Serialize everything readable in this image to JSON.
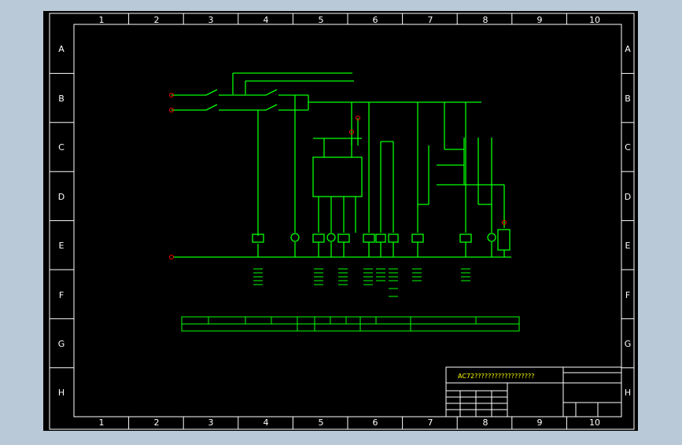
{
  "frame": {
    "col_numbers": [
      "1",
      "2",
      "3",
      "4",
      "5",
      "6",
      "7",
      "8",
      "9",
      "10"
    ],
    "row_letters": [
      "A",
      "B",
      "C",
      "D",
      "E",
      "F",
      "G",
      "H"
    ]
  },
  "title_block": {
    "title": "AC72??????????????????"
  },
  "colors": {
    "background": "#000000",
    "outer_bg": "#b9c9d8",
    "frame": "#ffffff",
    "wire": "#00ff00",
    "label_yellow": "#ffff00",
    "label_red": "#ff0000"
  }
}
